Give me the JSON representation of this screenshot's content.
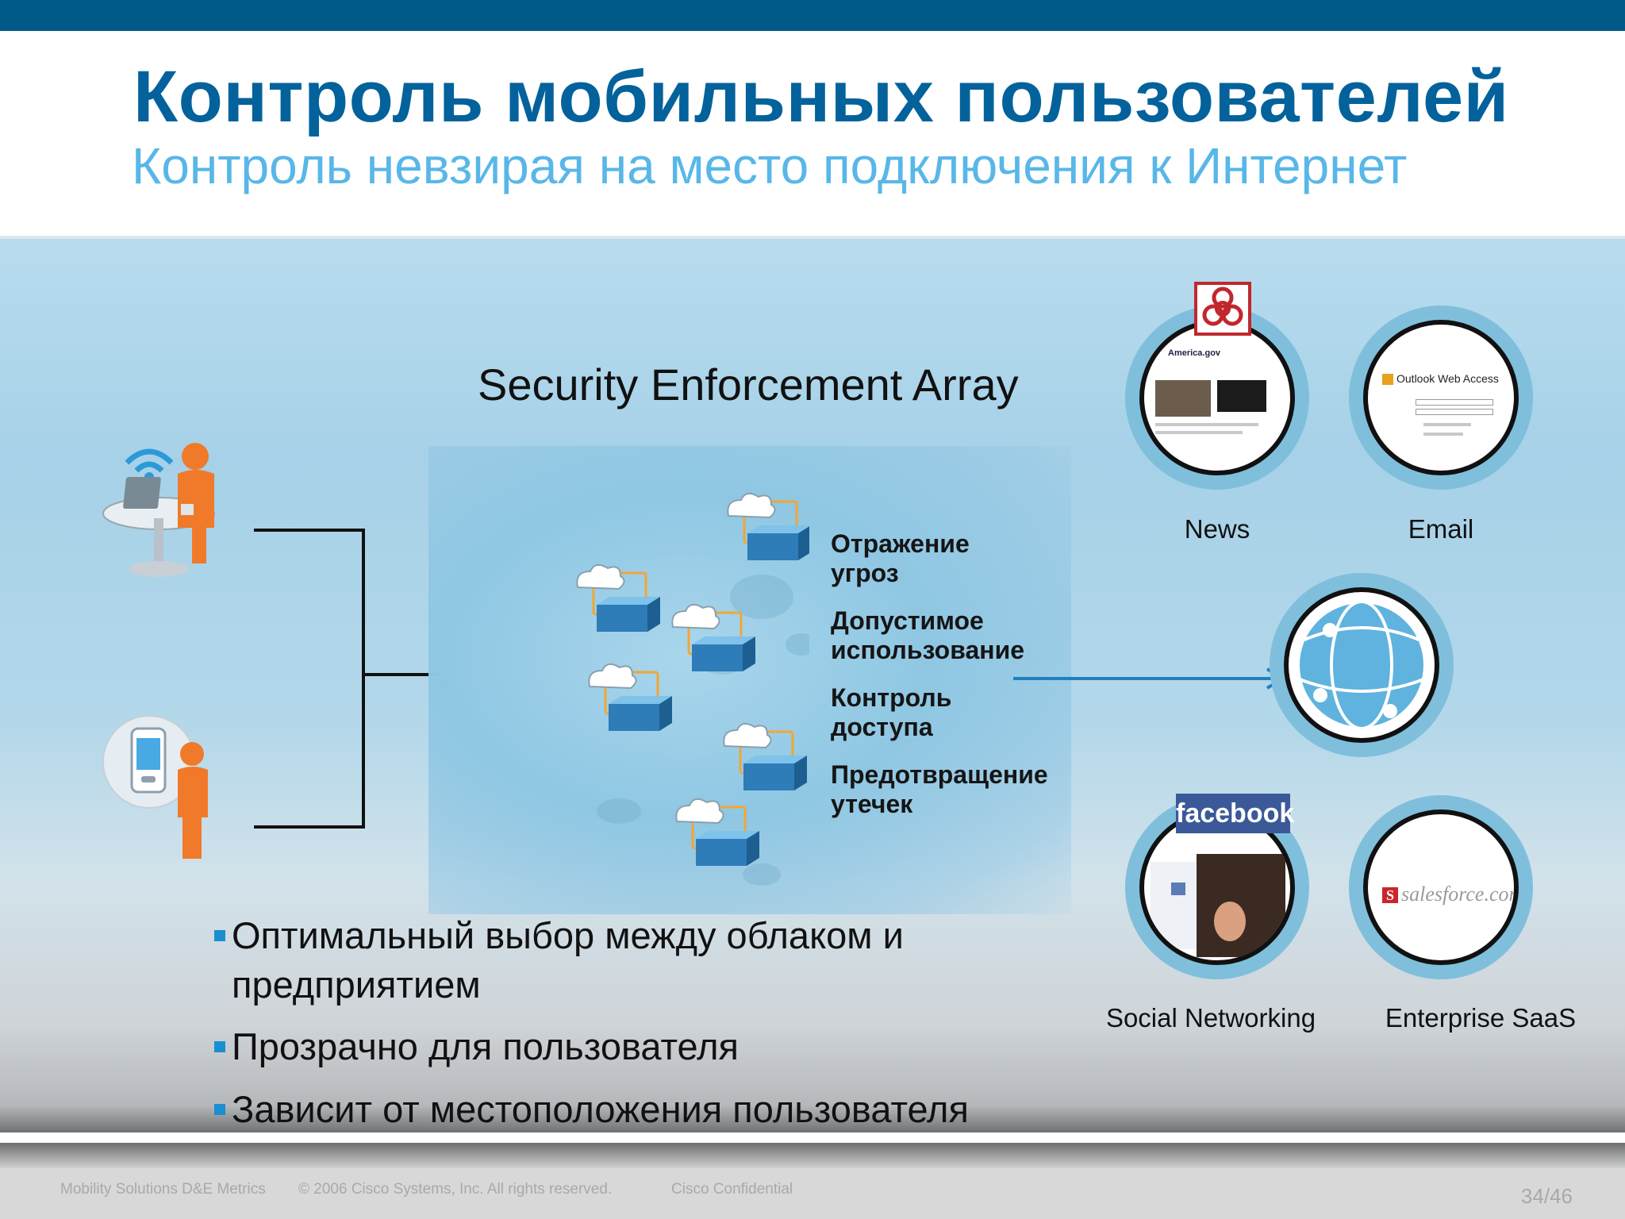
{
  "slide": {
    "title": "Контроль мобильных пользователей",
    "subtitle": "Контроль невзирая на место подключения к Интернет"
  },
  "diagram": {
    "heading": "Security Enforcement Array",
    "features": [
      {
        "line1": "Отражение",
        "line2": "угроз"
      },
      {
        "line1": "Допустимое",
        "line2": "использование"
      },
      {
        "line1": "Контроль",
        "line2": "доступа"
      },
      {
        "line1": "Предотвращение",
        "line2": "утечек"
      }
    ],
    "apps": {
      "news": "News",
      "email": "Email",
      "social": "Social Networking",
      "saas": "Enterprise SaaS"
    },
    "logos": {
      "facebook": "facebook",
      "outlook": "Outlook Web Access",
      "salesforce": "salesforce.com",
      "news_site": "America.gov"
    }
  },
  "bullets": [
    "Оптимальный выбор между облаком и",
    "предприятием",
    "Прозрачно для пользователя",
    "Зависит от местоположения пользователя"
  ],
  "footer": {
    "left": "Mobility Solutions D&E Metrics",
    "copyright": "© 2006 Cisco Systems, Inc. All rights reserved.",
    "confidential": "Cisco Confidential",
    "page": "34/46"
  },
  "colors": {
    "topbar": "#005a87",
    "title": "#03629b",
    "subtitle": "#58b7e8",
    "accent": "#1a8fd0",
    "person": "#f07a2a"
  }
}
